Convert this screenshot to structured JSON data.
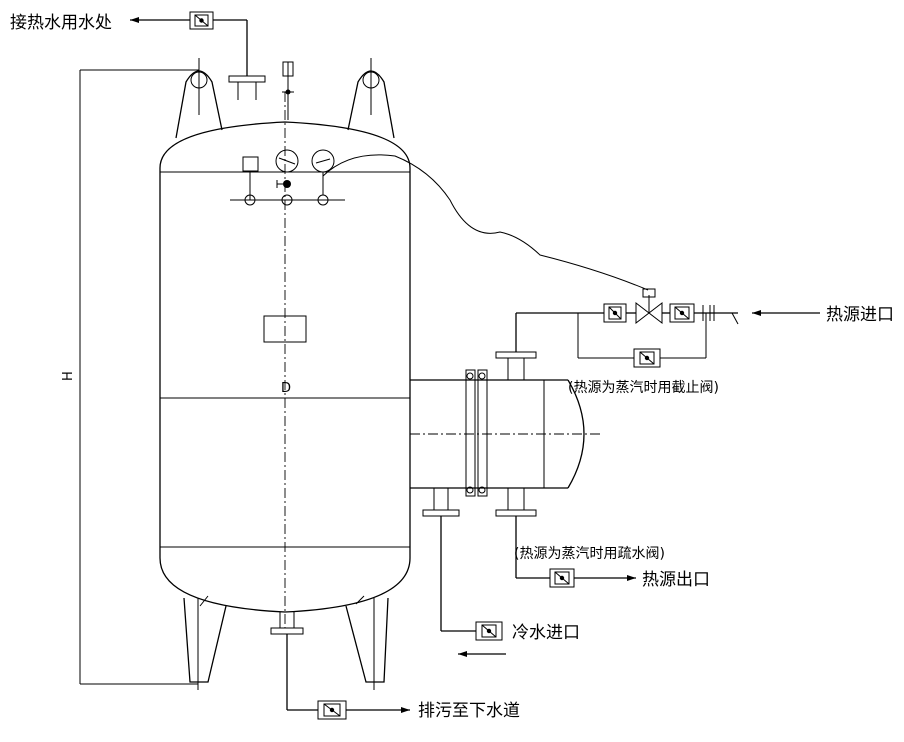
{
  "labels": {
    "hot_water_outlet": "接热水用水处",
    "heat_source_inlet": "热源进口",
    "heat_source_outlet": "热源出口",
    "cold_water_inlet": "冷水进口",
    "drain_to_sewer": "排污至下水道",
    "steam_stop_valve_note": "(热源为蒸汽时用截止阀)",
    "steam_trap_note": "(热源为蒸汽时用疏水阀)",
    "height_dim": "H",
    "diameter_dim": "D"
  }
}
